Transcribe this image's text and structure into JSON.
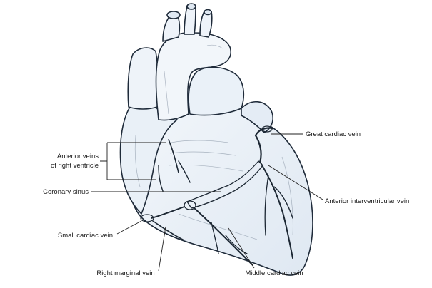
{
  "labels": {
    "great_cardiac_vein": "Great cardiac vein",
    "anterior_veins_line1": "Anterior veins",
    "anterior_veins_line2": "of right ventricle",
    "coronary_sinus": "Coronary sinus",
    "anterior_interventricular_vein": "Anterior interventricular vein",
    "small_cardiac_vein": "Small cardiac vein",
    "right_marginal_vein": "Right marginal vein",
    "middle_cardiac_vein": "Middle cardiac vein"
  },
  "colors": {
    "heart_fill": "#e6eef6",
    "heart_fill_light": "#f3f7fb",
    "outline": "#1f2b3a",
    "vein": "#1c2733",
    "vein_fill": "#c9d6e4"
  }
}
